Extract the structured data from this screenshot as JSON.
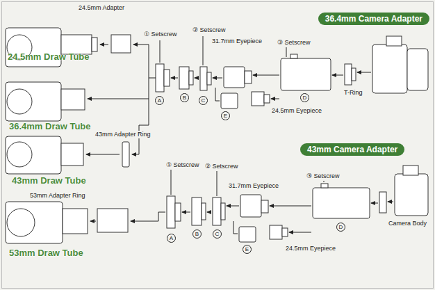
{
  "diagram": {
    "nodes": [
      {
        "text": [
          "36.4mm Camera Adapter"
        ]
      },
      {
        "text": [
          "43mm Camera Adapter"
        ]
      }
    ],
    "labels": [
      "24.5mm Adapter",
      "① Setscrew",
      "② Setscrew",
      "31.7mm Eyepiece",
      "③ Setscrew",
      "24.5mm Draw Tube",
      "A",
      "B",
      "C",
      "D",
      "T-Ring",
      "E",
      "24.5mm Eyepiece",
      "36.4mm Draw Tube",
      "43mm Adapter Ring",
      "① Setscrew",
      "② Setscrew",
      "31.7mm Eyepiece",
      "③ Setscrew",
      "43mm Draw Tube",
      "53mm Adapter Ring",
      "A",
      "B",
      "C",
      "D",
      "Camera Body",
      "E",
      "24.5mm Eyepiece",
      "53mm Draw Tube"
    ]
  }
}
